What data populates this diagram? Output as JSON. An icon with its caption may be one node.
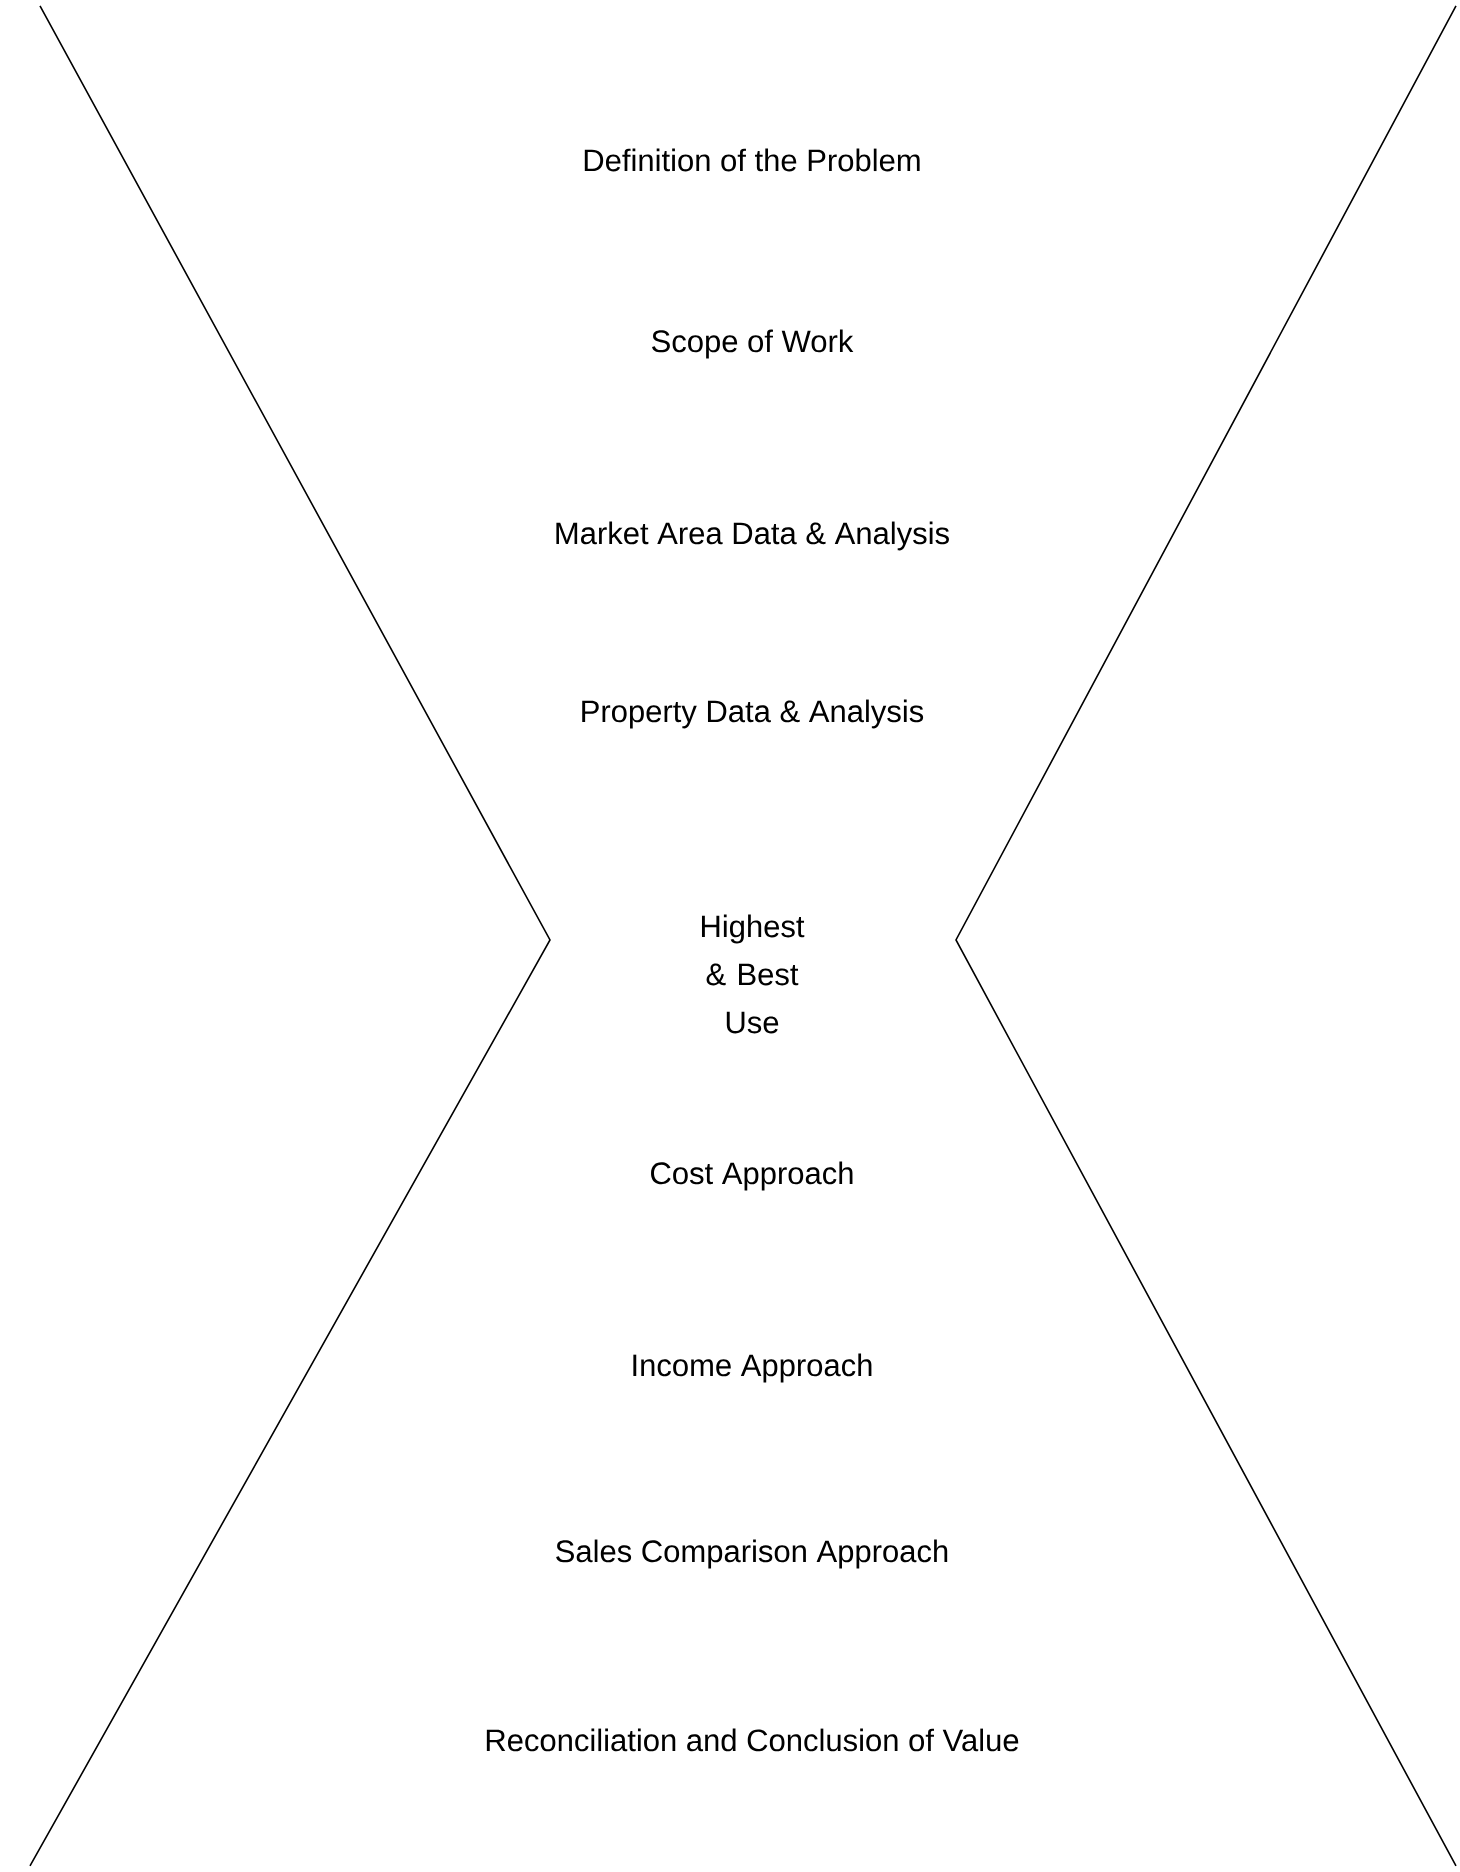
{
  "diagram": {
    "labels": [
      "Definition of the Problem",
      "Scope of Work",
      "Market Area Data & Analysis",
      "Property Data & Analysis",
      "Highest & Best Use",
      "Cost Approach",
      "Income Approach",
      "Sales Comparison Approach",
      "Reconciliation and Conclusion of Value"
    ]
  }
}
